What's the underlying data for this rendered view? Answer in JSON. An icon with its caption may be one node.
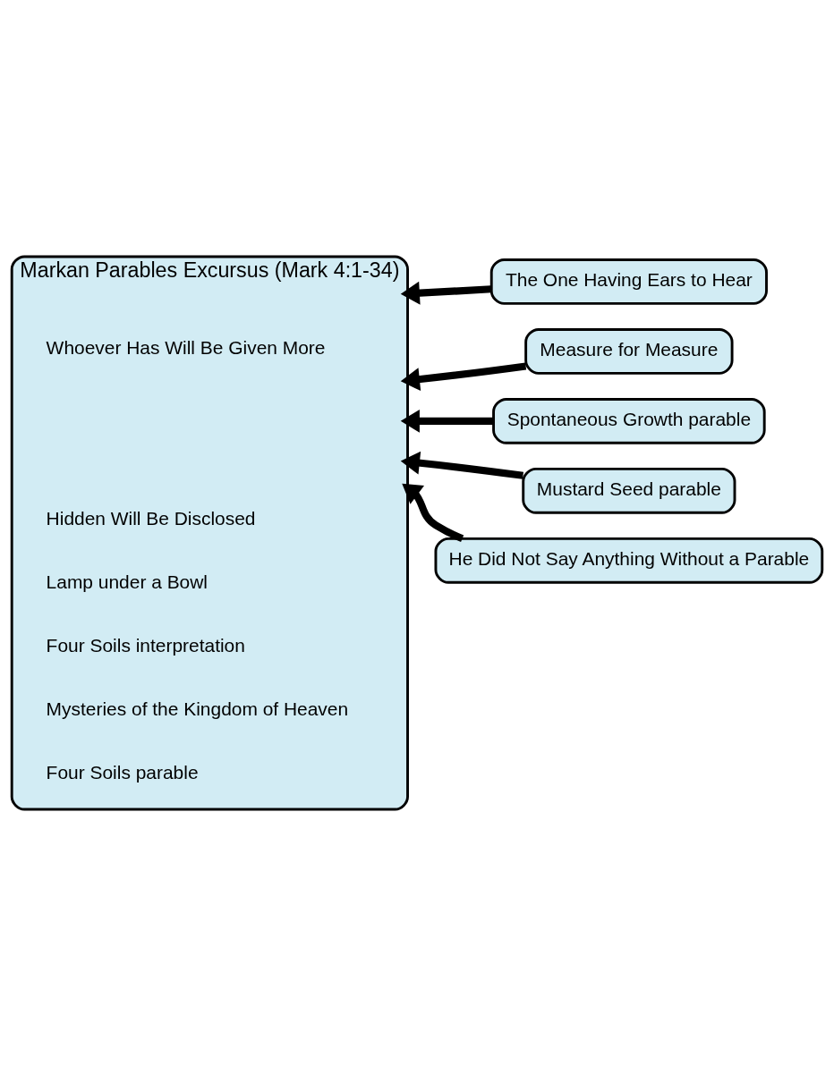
{
  "diagram": {
    "nodes": [
      {
        "text": [
          "Markan Parables Excursus (Mark 4:1-34)"
        ]
      },
      {
        "text": [
          "The One Having Ears to Hear"
        ]
      },
      {
        "text": [
          "Measure for Measure"
        ]
      },
      {
        "text": [
          "Spontaneous Growth parable"
        ]
      },
      {
        "text": [
          "Mustard Seed parable"
        ]
      },
      {
        "text": [
          "He Did Not Say Anything Without a Parable"
        ]
      }
    ],
    "edges": [
      {
        "from": 1,
        "to": 0,
        "arrow": "to"
      },
      {
        "from": 2,
        "to": 0,
        "arrow": "to"
      },
      {
        "from": 3,
        "to": 0,
        "arrow": "to"
      },
      {
        "from": 4,
        "to": 0,
        "arrow": "to"
      },
      {
        "from": 5,
        "to": 0,
        "arrow": "to"
      }
    ],
    "labels": [
      "Four Soils parable",
      "Mysteries of the Kingdom of Heaven",
      "Four Soils interpretation",
      "Lamp under a Bowl",
      "Hidden Will Be Disclosed",
      "Whoever Has Will Be Given More"
    ]
  }
}
